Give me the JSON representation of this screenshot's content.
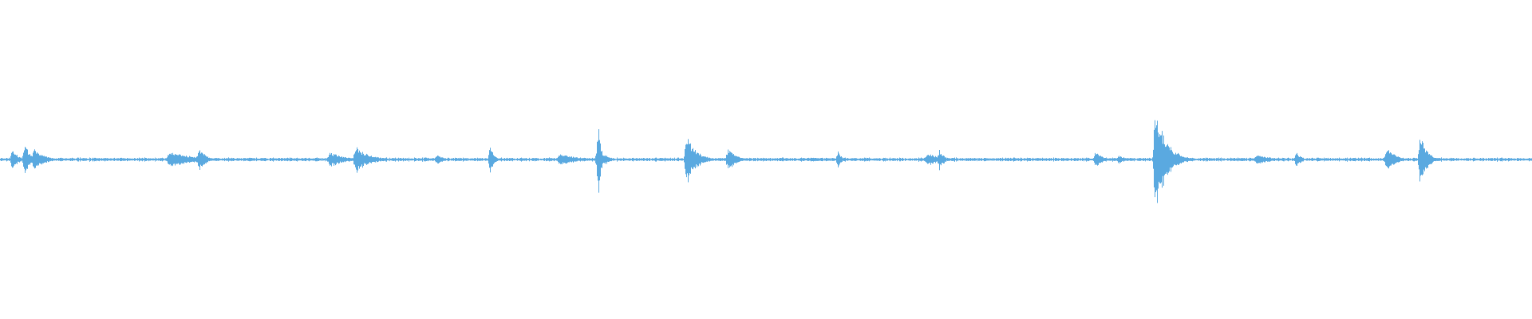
{
  "waveform": {
    "color": "#5aa9e0",
    "background": "#ffffff",
    "amplitude_range": [
      -1,
      1
    ],
    "noise_floor": 0.012,
    "bursts": [
      {
        "t": 0.008,
        "amp": 0.1,
        "decay": 0.003
      },
      {
        "t": 0.016,
        "amp": 0.12,
        "decay": 0.004
      },
      {
        "t": 0.022,
        "amp": 0.09,
        "decay": 0.006
      },
      {
        "t": 0.11,
        "amp": 0.06,
        "decay": 0.018
      },
      {
        "t": 0.13,
        "amp": 0.1,
        "decay": 0.004
      },
      {
        "t": 0.215,
        "amp": 0.06,
        "decay": 0.01
      },
      {
        "t": 0.232,
        "amp": 0.11,
        "decay": 0.008
      },
      {
        "t": 0.285,
        "amp": 0.04,
        "decay": 0.004
      },
      {
        "t": 0.32,
        "amp": 0.12,
        "decay": 0.002
      },
      {
        "t": 0.365,
        "amp": 0.05,
        "decay": 0.012
      },
      {
        "t": 0.39,
        "amp": 0.13,
        "decay": 0.004
      },
      {
        "t": 0.3905,
        "amp": 0.3,
        "decay": 0.0015
      },
      {
        "t": 0.448,
        "amp": 0.2,
        "decay": 0.006
      },
      {
        "t": 0.475,
        "amp": 0.08,
        "decay": 0.006
      },
      {
        "t": 0.547,
        "amp": 0.07,
        "decay": 0.002
      },
      {
        "t": 0.605,
        "amp": 0.05,
        "decay": 0.01
      },
      {
        "t": 0.613,
        "amp": 0.08,
        "decay": 0.003
      },
      {
        "t": 0.715,
        "amp": 0.07,
        "decay": 0.004
      },
      {
        "t": 0.73,
        "amp": 0.03,
        "decay": 0.008
      },
      {
        "t": 0.754,
        "amp": 0.42,
        "decay": 0.007
      },
      {
        "t": 0.82,
        "amp": 0.04,
        "decay": 0.01
      },
      {
        "t": 0.846,
        "amp": 0.06,
        "decay": 0.003
      },
      {
        "t": 0.905,
        "amp": 0.11,
        "decay": 0.005
      },
      {
        "t": 0.927,
        "amp": 0.21,
        "decay": 0.004
      }
    ]
  }
}
